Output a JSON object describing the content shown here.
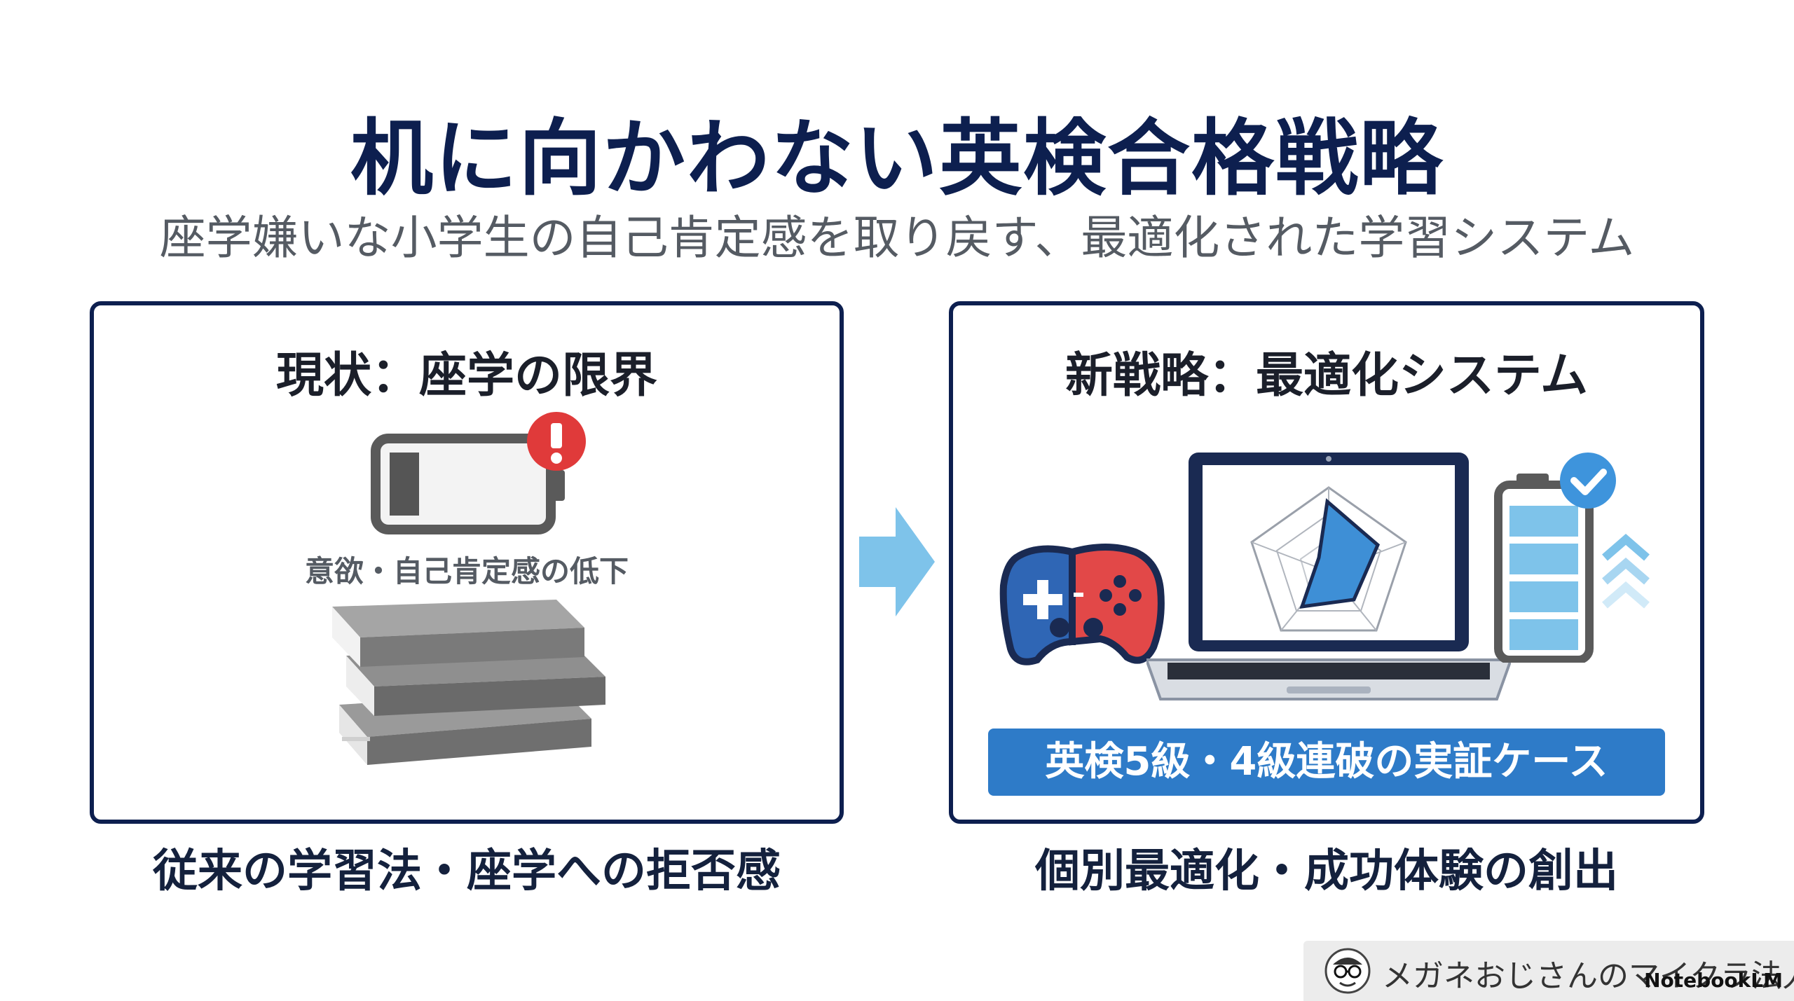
{
  "title": "机に向かわない英検合格戦略",
  "subtitle": "座学嫌いな小学生の自己肯定感を取り戻す、最適化された学習システム",
  "left_panel": {
    "heading": "現状：座学の限界",
    "battery_label": "意欲・自己肯定感の低下",
    "caption": "従来の学習法・座学への拒否感"
  },
  "right_panel": {
    "heading": "新戦略：最適化システム",
    "case_label": "英検5級・4級連破の実証ケース",
    "caption": "個別最適化・成功体験の創出"
  },
  "badge": {
    "channel_name": "メガネおじさんのマイクラ法人",
    "logo_text": "NotebookLM"
  },
  "colors": {
    "navy": "#0d1f4f",
    "accent_blue": "#2e7bc8",
    "alert_red": "#e03a3a",
    "light_blue": "#7ec3ea"
  },
  "icons": {
    "low_battery": "low-battery-alert-icon",
    "books": "book-stack-icon",
    "arrow": "arrow-right-icon",
    "gamepad": "gamepad-icon",
    "laptop": "laptop-radar-chart-icon",
    "full_battery": "full-battery-check-icon"
  }
}
